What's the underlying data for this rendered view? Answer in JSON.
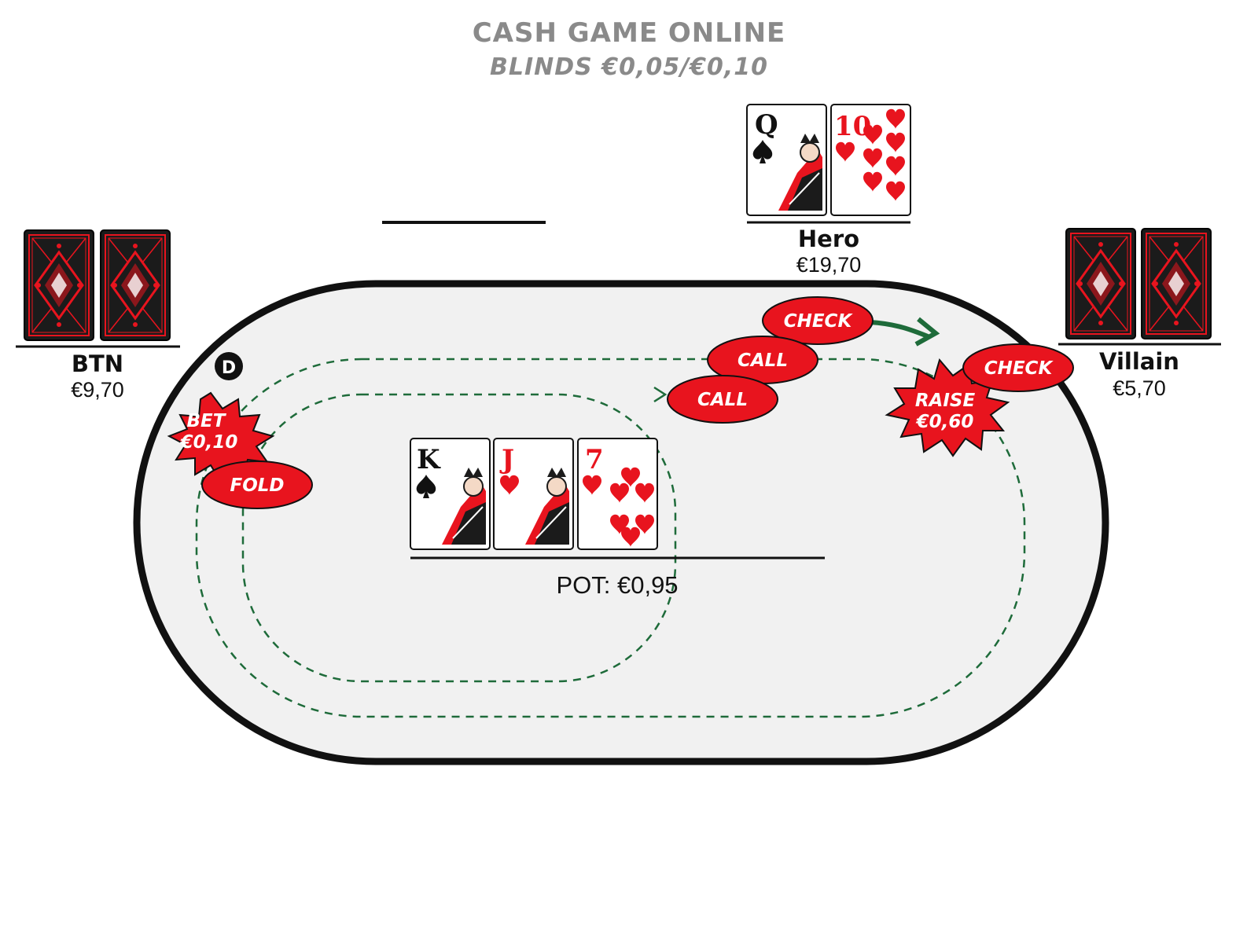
{
  "header": {
    "title": "CASH GAME ONLINE",
    "subtitle": "BLINDS €0,05/€0,10"
  },
  "players": {
    "btn": {
      "name": "BTN",
      "stack": "€9,70",
      "cards": "face-down"
    },
    "hero": {
      "name": "Hero",
      "stack": "€19,70",
      "cards": [
        {
          "rank": "Q",
          "suit": "spades"
        },
        {
          "rank": "10",
          "suit": "hearts"
        }
      ]
    },
    "villain": {
      "name": "Villain",
      "stack": "€5,70",
      "cards": "face-down"
    }
  },
  "dealer_button": "D",
  "actions": {
    "btn_bet": "BET",
    "btn_bet_amount": "€0,10",
    "btn_fold": "FOLD",
    "hero_call_1": "CALL",
    "hero_call_2": "CALL",
    "hero_check": "CHECK",
    "villain_check": "CHECK",
    "villain_raise": "RAISE",
    "villain_raise_amount": "€0,60"
  },
  "board": [
    {
      "rank": "K",
      "suit": "spades"
    },
    {
      "rank": "J",
      "suit": "hearts"
    },
    {
      "rank": "7",
      "suit": "hearts"
    }
  ],
  "pot": "POT: €0,95",
  "colors": {
    "action_red": "#e8141e",
    "felt": "#f1f1f1",
    "rail": "#111111",
    "flow_green": "#1e6b3a",
    "title_grey": "#8a8a8a"
  }
}
